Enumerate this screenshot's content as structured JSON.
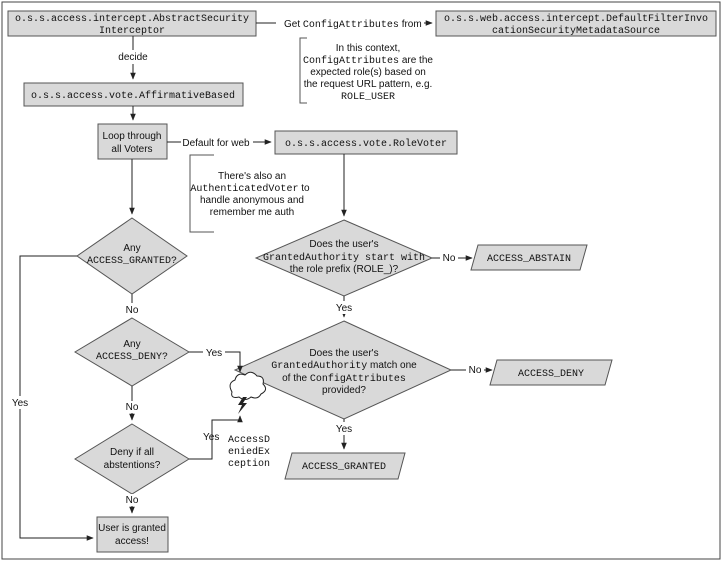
{
  "colors": {
    "node_fill": "#d9d9d9",
    "node_stroke": "#555555",
    "line": "#222222",
    "text": "#111111",
    "background": "#ffffff",
    "frame": "#444444"
  },
  "nodes": {
    "abstract_interceptor": {
      "line1": "o.s.s.access.intercept.AbstractSecurity",
      "line2": "Interceptor"
    },
    "metadata_source": {
      "line1": "o.s.s.web.access.intercept.DefaultFilterInvo",
      "line2": "cationSecurityMetadataSource"
    },
    "affirmative_based": {
      "label": "o.s.s.access.vote.AffirmativeBased"
    },
    "loop_voters": {
      "line1": "Loop through",
      "line2": "all Voters"
    },
    "role_voter": {
      "label": "o.s.s.access.vote.RoleVoter"
    },
    "any_granted": {
      "line1": "Any",
      "line2": "ACCESS_GRANTED?"
    },
    "any_deny": {
      "line1": "Any",
      "line2": "ACCESS_DENY?"
    },
    "deny_abstentions": {
      "line1": "Deny if all",
      "line2": "abstentions?"
    },
    "user_granted": {
      "line1": "User is granted",
      "line2": "access!"
    },
    "role_prefix": {
      "line1": "Does the user's",
      "line2": "GrantedAuthority start with",
      "line3": "the role prefix (ROLE_)?"
    },
    "match_config": {
      "line1": "Does the user's",
      "line2a": "GrantedAuthority",
      "line2b": " match one",
      "line3a": "of the ",
      "line3b": "ConfigAttributes",
      "line4": "provided?"
    },
    "access_abstain": {
      "label": "ACCESS_ABSTAIN"
    },
    "access_deny": {
      "label": "ACCESS_DENY"
    },
    "access_granted_out": {
      "label": "ACCESS_GRANTED"
    },
    "exception": {
      "line1": "AccessD",
      "line2": "eniedEx",
      "line3": "ception"
    }
  },
  "edges": {
    "get_config_a": "Get ",
    "get_config_b": "ConfigAttributes",
    "get_config_c": " from",
    "decide": "decide",
    "default_for_web": "Default for web",
    "no1": "No",
    "no2": "No",
    "no3": "No",
    "no4": "No",
    "yes_left": "Yes",
    "yes_deny": "Yes",
    "yes_abst": "Yes",
    "yes5": "Yes",
    "yes6": "Yes"
  },
  "notes": {
    "context": {
      "line1": "In this context,",
      "line2": "ConfigAttributes",
      "line2b": " are the",
      "line3": "expected role(s) based on",
      "line4": "the request URL pattern, e.g.",
      "line5": "ROLE_USER"
    },
    "authenticated": {
      "line1": "There's also an",
      "line2": "AuthenticatedVoter",
      "line2b": " to",
      "line3": "handle anonymous and",
      "line4": "remember me auth"
    }
  }
}
